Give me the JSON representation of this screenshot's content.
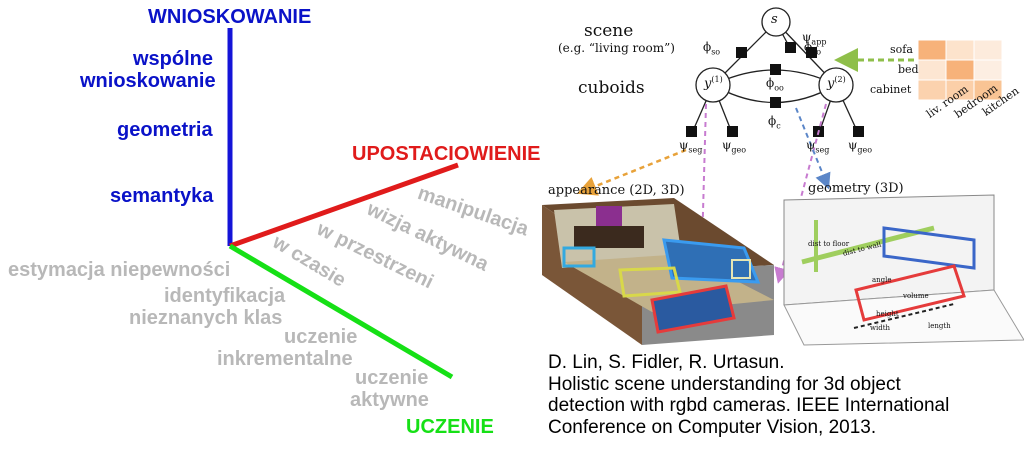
{
  "axes": {
    "inference": {
      "title": "WNIOSKOWANIE",
      "items": [
        "wspólne",
        "wnioskowanie",
        "geometria",
        "semantyka"
      ],
      "color": "#0a12c8"
    },
    "embodiment": {
      "title": "UPOSTACIOWIENIE",
      "items": [
        "manipulacja",
        "wizja aktywna",
        "w przestrzeni",
        "w czasie"
      ],
      "color": "#e01b1b"
    },
    "learning": {
      "title": "UCZENIE",
      "items": [
        "estymacja niepewności",
        "identyfikacja",
        "nieznanych klas",
        "uczenie",
        "inkrementalne",
        "uczenie",
        "aktywne"
      ],
      "color": "#16e016"
    }
  },
  "graph": {
    "scene_label": "scene",
    "scene_example": "(e.g. “living room”)",
    "cuboids_label": "cuboids",
    "node_s": "s",
    "node_y1": "y",
    "node_y1_sup": "(1)",
    "node_y2": "y",
    "node_y2_sup": "(2)",
    "psi_app": "ψ",
    "psi_app_sub": "app",
    "phi_so": "ϕ",
    "phi_so_sub": "so",
    "phi_oo": "ϕ",
    "phi_oo_sub": "oo",
    "phi_c": "ϕ",
    "phi_c_sub": "c",
    "psi_seg": "ψ",
    "psi_seg_sub": "seg",
    "psi_geo": "ψ",
    "psi_geo_sub": "geo"
  },
  "matrix": {
    "rows": [
      "sofa",
      "bed",
      "cabinet"
    ],
    "cols": [
      "liv. room",
      "bedroom",
      "kitchen"
    ]
  },
  "panels": {
    "appearance": "appearance (2D, 3D)",
    "geometry": "geometry (3D)",
    "geo_annotations": [
      "dist to floor",
      "dist to wall",
      "angle",
      "volume",
      "height",
      "width",
      "length"
    ]
  },
  "citation": {
    "lines": [
      "D. Lin, S. Fidler, R. Urtasun.",
      "Holistic scene understanding for 3d object",
      "detection with rgbd cameras.  IEEE International",
      "Conference on Computer Vision, 2013."
    ]
  }
}
